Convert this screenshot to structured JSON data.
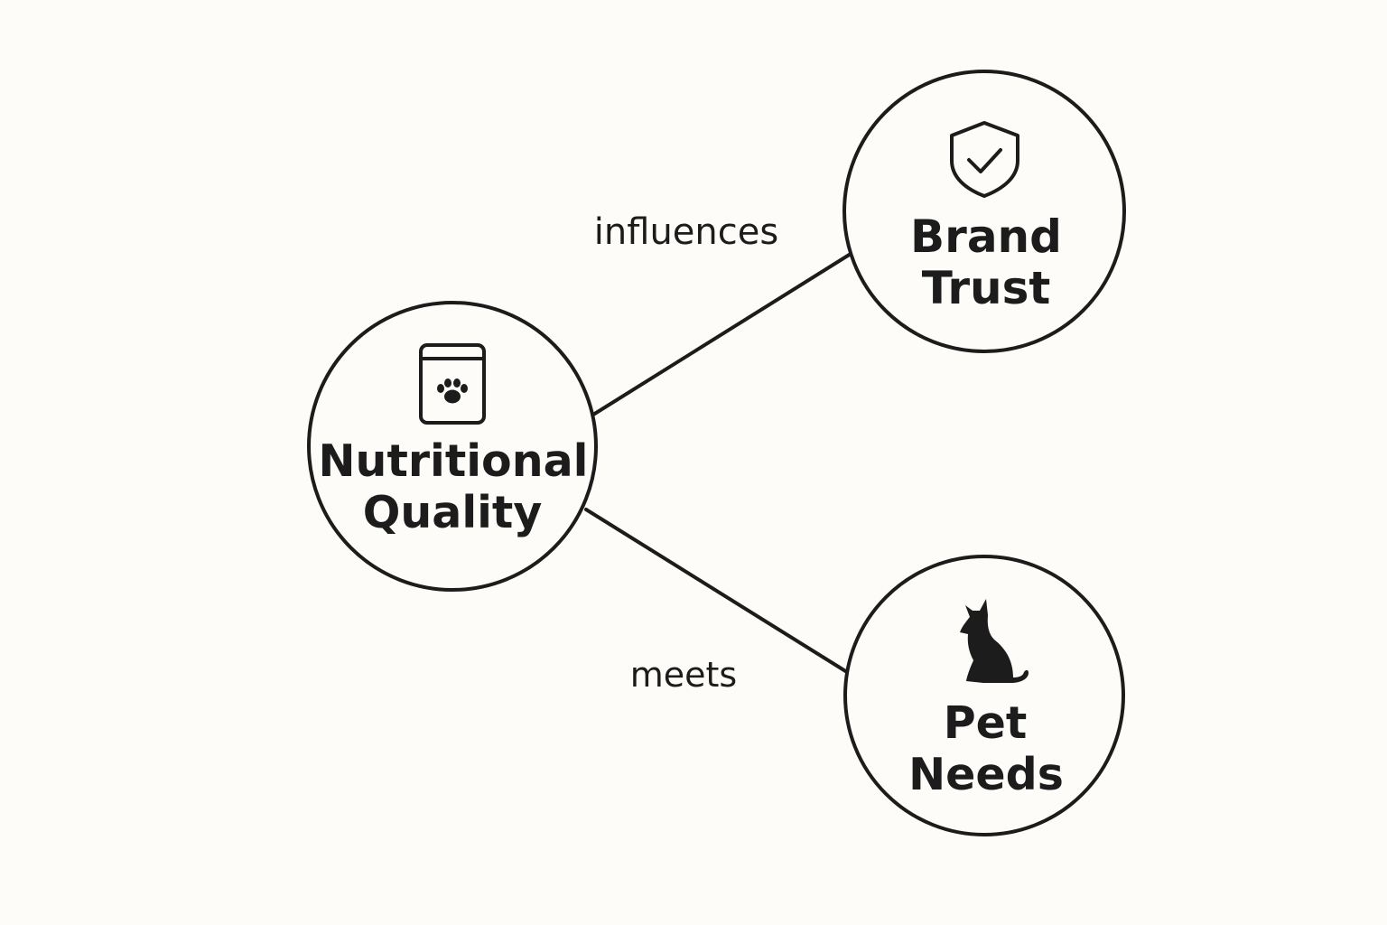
{
  "diagram": {
    "nodes": [
      {
        "id": "nutritional-quality",
        "icon": "pet-food-bag-icon",
        "lines": [
          "Nutritional",
          "Quality"
        ]
      },
      {
        "id": "brand-trust",
        "icon": "shield-check-icon",
        "lines": [
          "Brand",
          "Trust"
        ]
      },
      {
        "id": "pet-needs",
        "icon": "cat-icon",
        "lines": [
          "Pet",
          "Needs"
        ]
      }
    ],
    "edges": [
      {
        "from": "nutritional-quality",
        "to": "brand-trust",
        "label": "influences"
      },
      {
        "from": "nutritional-quality",
        "to": "pet-needs",
        "label": "meets"
      }
    ],
    "colors": {
      "background": "#fdfcf8",
      "stroke": "#1c1c1c"
    }
  }
}
